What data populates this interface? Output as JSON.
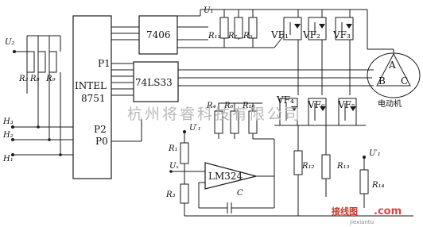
{
  "schematic": {
    "supply_labels": {
      "u_left": "U₂",
      "u_top": "U₁",
      "u_mid": "U′₁",
      "u_right": "U′₁",
      "u_cmp": "Uₓ"
    },
    "inputs": {
      "h1": "H₁",
      "h2": "H₂",
      "h3": "H₃"
    },
    "chips": {
      "mcu_line1": "INTEL",
      "mcu_line2": "8751",
      "port_p1": "P1",
      "port_p2": "P2",
      "port_p0": "P0",
      "driver": "7406",
      "logic": "74LS33",
      "comparator": "LM324"
    },
    "resistors": {
      "r1": "R₁",
      "r2": "R₂",
      "r3": "R₃",
      "r4": "R₄",
      "r5": "R₅",
      "r6": "R₆",
      "r7": "R₇",
      "r8": "R₈",
      "r9": "R₉",
      "r10": "R₁₀",
      "r11": "R₁₁",
      "r12": "R₁₂",
      "r13": "R₁₃",
      "r14": "R₁₄"
    },
    "switches": {
      "vf1": "VF₁",
      "vf2": "VF₂",
      "vf3": "VF₃",
      "vf4": "VF₄",
      "vf5": "VF₅",
      "vf6": "VF₆"
    },
    "capacitor": "C",
    "motor": {
      "phase_a": "A",
      "phase_b": "B",
      "phase_c": "C",
      "caption": "电动机"
    },
    "watermark": "杭州将睿科技有限公司",
    "logo": {
      "mark": "接线图",
      "domain": ".com",
      "url": "jiexiantu"
    }
  },
  "colors": {
    "line": "#1a1a1a",
    "watermark": "#b9b9b9",
    "logo_red": "#c43c2c"
  }
}
